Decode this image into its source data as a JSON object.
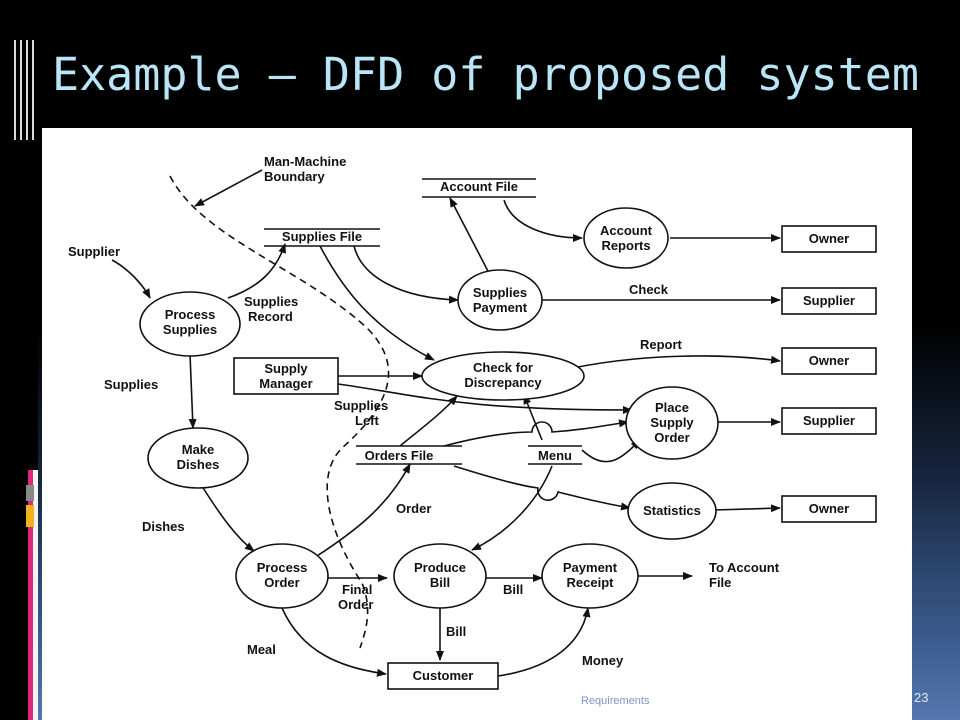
{
  "slide": {
    "title": "Example – DFD of proposed system",
    "footer": "Requirements",
    "page_number": "23"
  },
  "diagram": {
    "boundary_label": [
      "Man-Machine",
      "Boundary"
    ],
    "processes": {
      "process_supplies": [
        "Process",
        "Supplies"
      ],
      "make_dishes": [
        "Make",
        "Dishes"
      ],
      "process_order": [
        "Process",
        "Order"
      ],
      "produce_bill": [
        "Produce",
        "Bill"
      ],
      "payment_receipt": [
        "Payment",
        "Receipt"
      ],
      "supplies_payment": [
        "Supplies",
        "Payment"
      ],
      "check_discrepancy": [
        "Check for",
        "Discrepancy"
      ],
      "account_reports": [
        "Account",
        "Reports"
      ],
      "place_supply_order": [
        "Place",
        "Supply",
        "Order"
      ],
      "statistics": [
        "Statistics"
      ]
    },
    "stores": {
      "supplies_file": "Supplies File",
      "account_file": "Account File",
      "orders_file": "Orders File",
      "menu": "Menu"
    },
    "entities": {
      "owner_top": "Owner",
      "supplier_payment": "Supplier",
      "owner_report": "Owner",
      "supplier_order": "Supplier",
      "owner_stats": "Owner",
      "supply_manager": [
        "Supply",
        "Manager"
      ],
      "customer": "Customer"
    },
    "flows": {
      "supplier": "Supplier",
      "supplies_record": [
        "Supplies",
        "Record"
      ],
      "supplies": "Supplies",
      "dishes": "Dishes",
      "supplies_left": [
        "Supplies",
        "Left"
      ],
      "order": "Order",
      "final_order": [
        "Final",
        "Order"
      ],
      "bill_right": "Bill",
      "bill_down": "Bill",
      "meal": "Meal",
      "money": "Money",
      "to_account_file": [
        "To Account",
        "File"
      ],
      "check": "Check",
      "report": "Report"
    }
  }
}
